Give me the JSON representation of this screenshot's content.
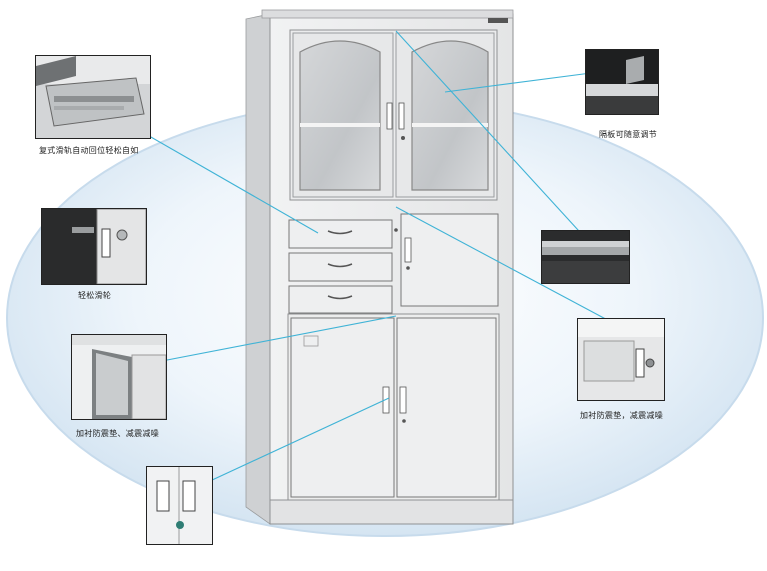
{
  "callouts": {
    "drawer_slide": "复式滑轨自动回位轻松自如",
    "shelf_adjust": "隔板可随意调节",
    "easy_pulley": "轻松滑轮",
    "liner_pad_left": "加衬防震垫、减震减噪",
    "liner_pad_right": "加衬防震垫，减震减噪"
  },
  "cabinet": {
    "brand_plate": "——————"
  },
  "colors": {
    "background_ellipse": "#dbe9f5",
    "cabinet_body": "#e6e7e8",
    "leader_line": "#3fb3d6"
  }
}
